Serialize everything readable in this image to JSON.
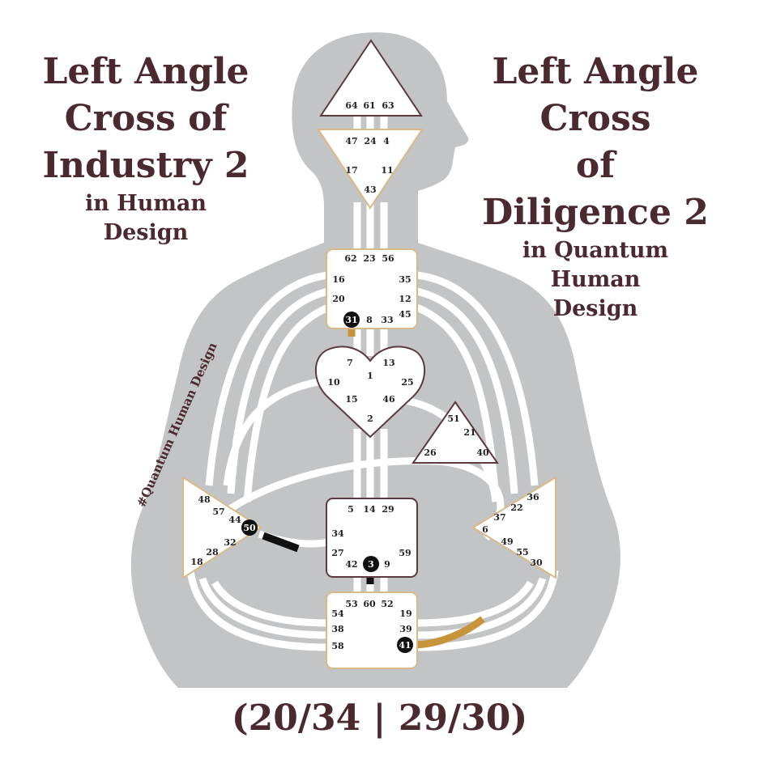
{
  "left_title": {
    "line1": "Left Angle",
    "line2": "Cross of",
    "line3": "Industry 2",
    "line4": "in Human",
    "line5": "Design"
  },
  "right_title": {
    "line1": "Left Angle",
    "line2": "Cross",
    "line3": "of",
    "line4": "Diligence 2",
    "line5": "in Quantum",
    "line6": "Human",
    "line7": "Design"
  },
  "hashtag": "#Quantum Human Design",
  "code": "(20/34 | 29/30)",
  "colors": {
    "text": "#4a2a2f",
    "body": "#c3c4c6",
    "channel": "#ffffff",
    "gold": "#c8943a",
    "black": "#111111",
    "center_border_gold": "#d8b98a",
    "center_border_dark": "#5a3a3f"
  },
  "centers": {
    "head": [
      "64",
      "61",
      "63"
    ],
    "ajna": [
      "47",
      "24",
      "4",
      "17",
      "11",
      "43"
    ],
    "throat": [
      "62",
      "23",
      "56",
      "16",
      "35",
      "20",
      "12",
      "45",
      "31",
      "8",
      "33"
    ],
    "g": [
      "7",
      "13",
      "1",
      "10",
      "25",
      "15",
      "46",
      "2"
    ],
    "heart": [
      "51",
      "21",
      "26",
      "40"
    ],
    "spleen": [
      "48",
      "57",
      "44",
      "50",
      "32",
      "28",
      "18"
    ],
    "sacral": [
      "5",
      "14",
      "29",
      "34",
      "27",
      "59",
      "42",
      "3",
      "9"
    ],
    "solar": [
      "36",
      "22",
      "37",
      "6",
      "49",
      "55",
      "30"
    ],
    "root": [
      "53",
      "60",
      "52",
      "54",
      "19",
      "38",
      "39",
      "58",
      "41"
    ]
  }
}
